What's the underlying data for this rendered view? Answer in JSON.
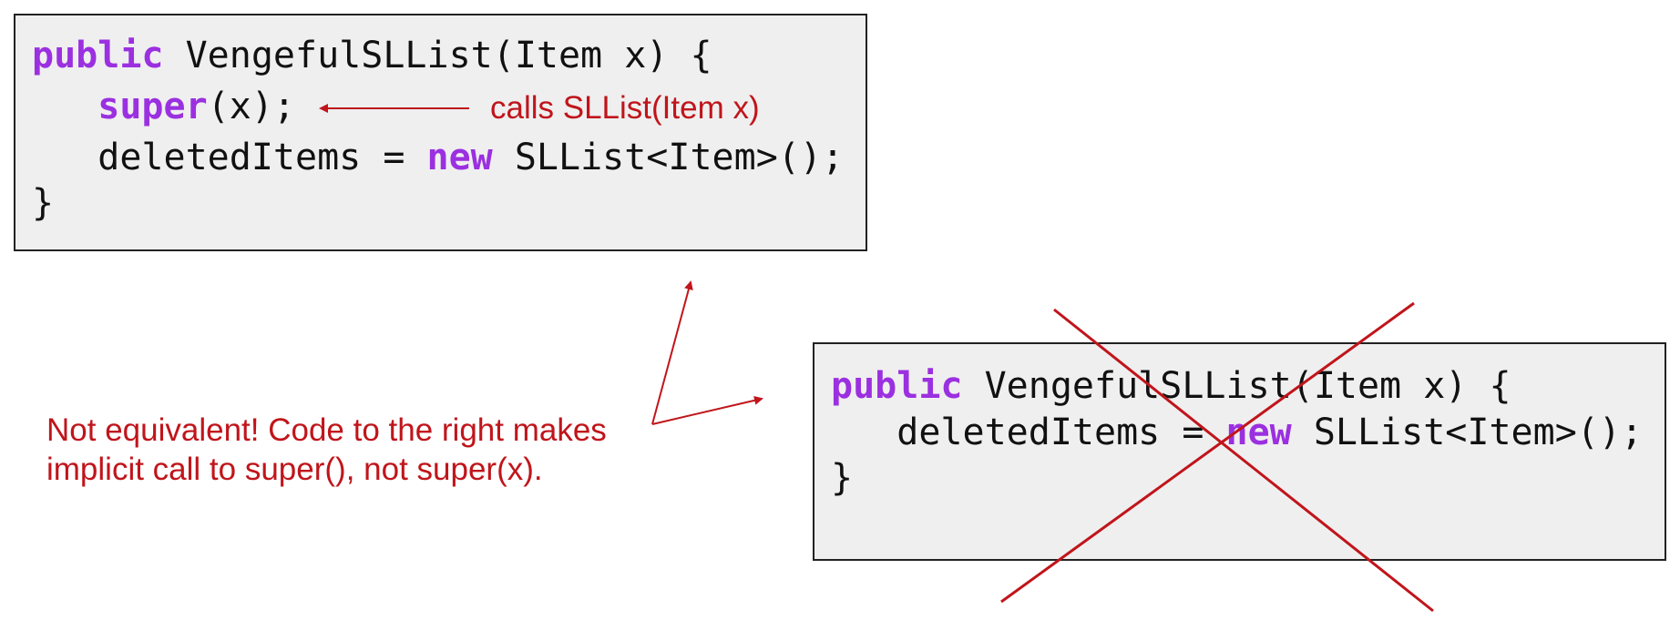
{
  "colors": {
    "keyword": "#9b30e0",
    "annotation": "#c0151b",
    "code_text": "#111111",
    "box_background": "#efefef"
  },
  "top_code": {
    "line1": {
      "kw": "public",
      "rest": " VengefulSLList(Item x) {"
    },
    "line2": {
      "indent": "   ",
      "kw": "super",
      "rest": "(x);"
    },
    "line3": {
      "pre": "   deletedItems = ",
      "kw": "new",
      "rest": " SLList<Item>();"
    },
    "line4": {
      "text": "}"
    }
  },
  "bottom_code": {
    "line1": {
      "kw": "public",
      "rest": " VengefulSLList(Item x) {"
    },
    "line2": {
      "pre": "   deletedItems = ",
      "kw": "new",
      "rest": " SLList<Item>();"
    },
    "line3": {
      "text": "}"
    }
  },
  "annotations": {
    "calls_label": "calls SLList(Item x)",
    "note_line1": "Not equivalent! Code to the right makes",
    "note_line2": "implicit call to super(), not super(x)."
  },
  "icons": {
    "cross_mark": "x-cross-icon",
    "arrows": "arrow-icon"
  }
}
